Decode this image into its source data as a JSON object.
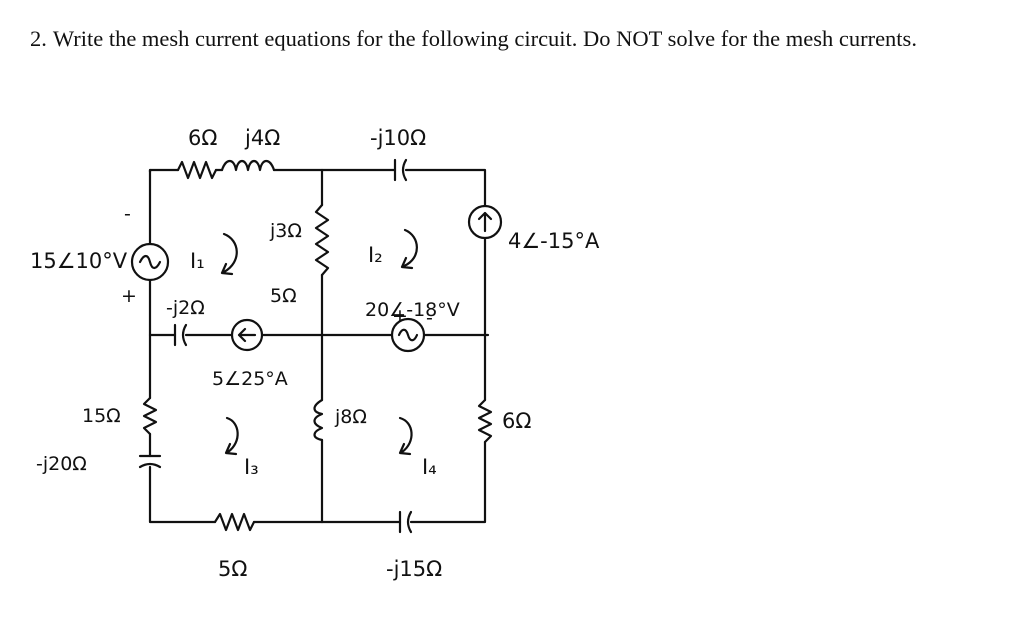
{
  "question": {
    "number": "2.",
    "text": "Write the mesh current equations for the following circuit.  Do NOT solve for the mesh currents."
  },
  "circuit": {
    "top_left_resistor": "6Ω",
    "top_inductor": "j4Ω",
    "top_capacitor": "-j10Ω",
    "voltage_source_left": "15∠10°V",
    "vs_left_minus": "-",
    "vs_left_plus": "+",
    "mesh1_label": "I₁",
    "middle_inductor": "j3Ω",
    "mesh2_label": "I₂",
    "current_source_right": "4∠-15°A",
    "left_capacitor": "-j2Ω",
    "middle_resistor": "5Ω",
    "voltage_source_middle": "20∠-18°V",
    "vs_mid_plus": "+",
    "vs_mid_minus": "-",
    "current_source_middle": "5∠25°A",
    "left_resistor": "15Ω",
    "bottom_left_capacitor": "-j20Ω",
    "mesh3_label": "I₃",
    "lower_inductor": "j8Ω",
    "mesh4_label": "I₄",
    "right_resistor": "6Ω",
    "bottom_resistor": "5Ω",
    "bottom_capacitor": "-j15Ω"
  }
}
